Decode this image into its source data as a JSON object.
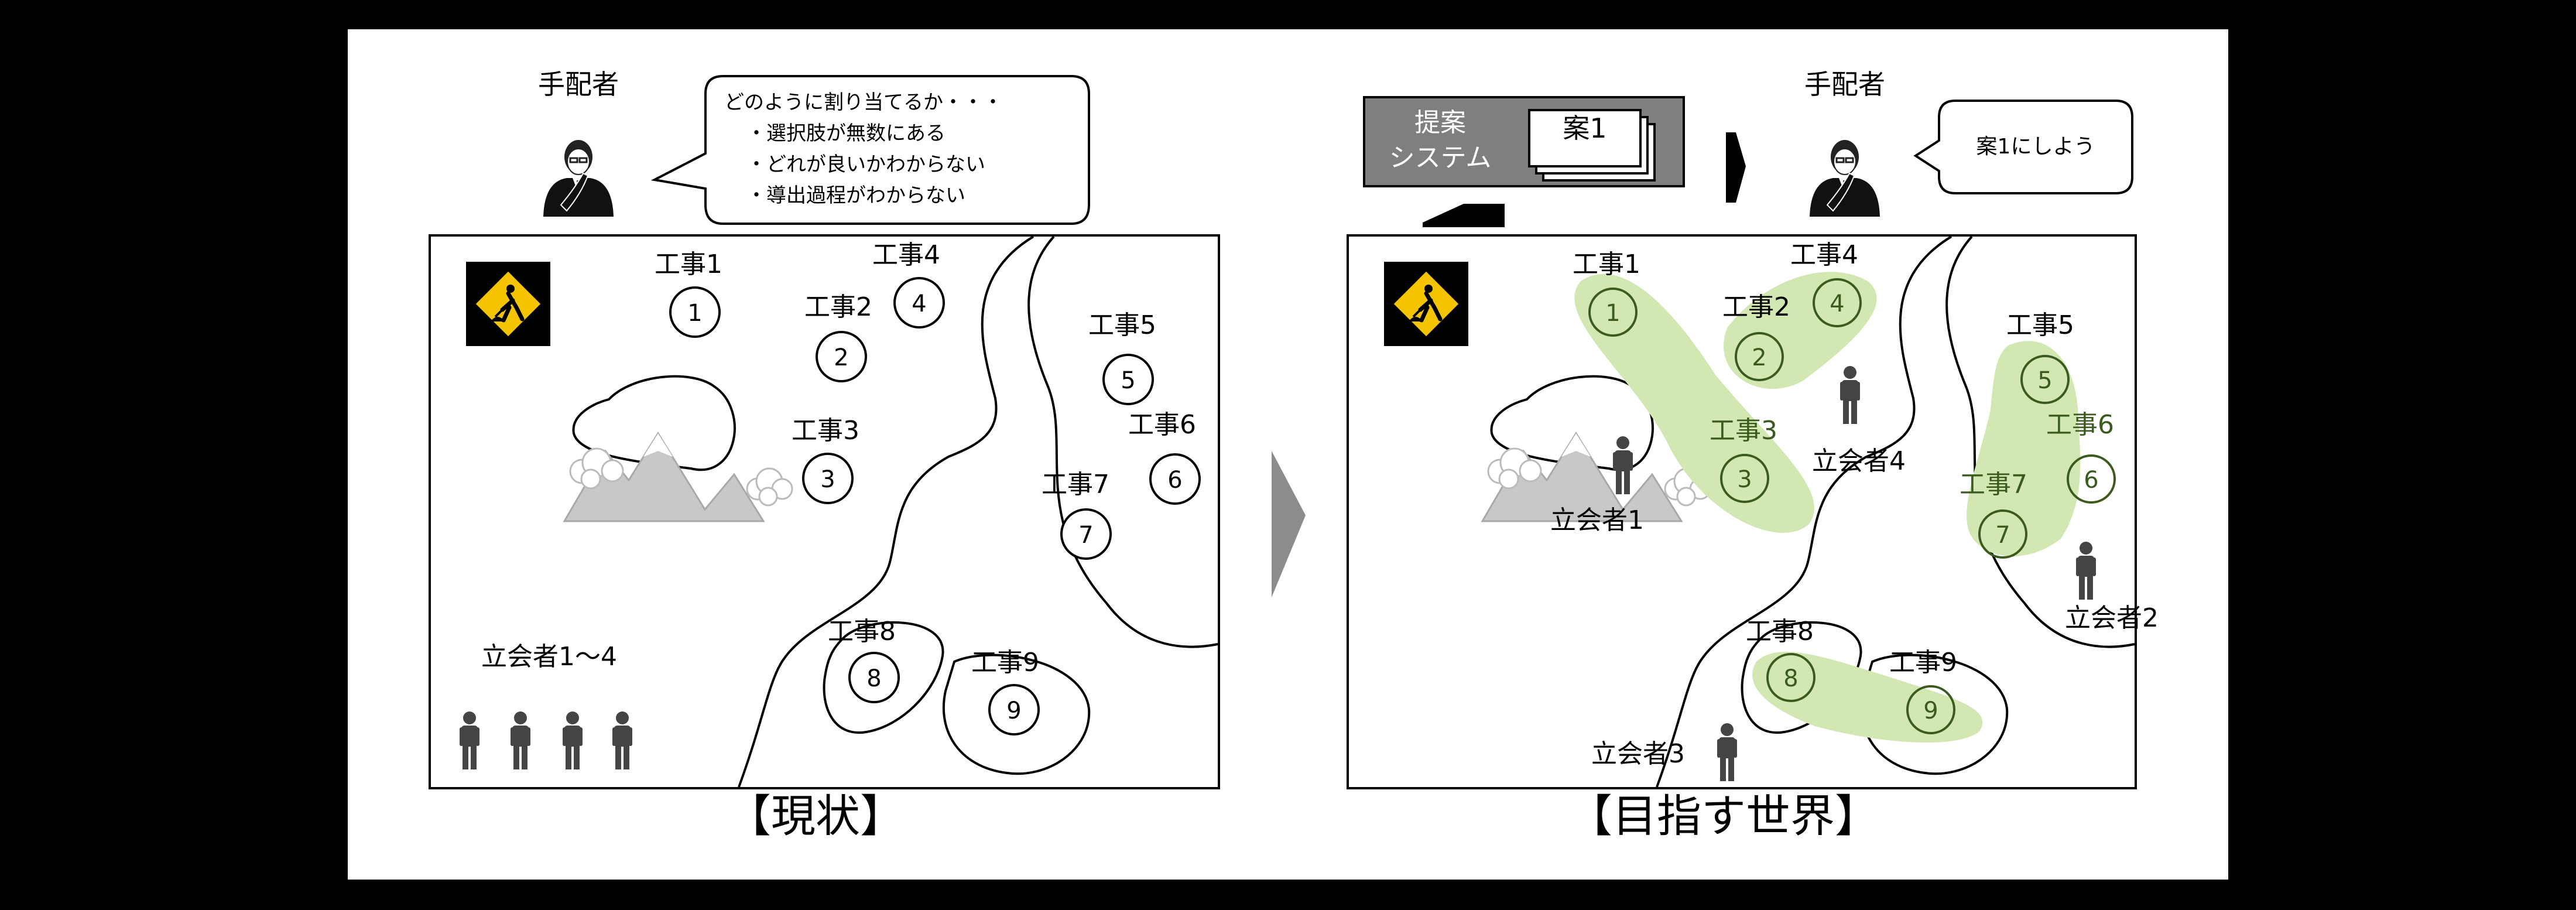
{
  "left": {
    "dispatcher_label": "手配者",
    "speech_lines": [
      "どのように割り当てるか・・・",
      "・選択肢が無数にある",
      "・どれが良いかわからない",
      "・導出過程がわからない"
    ],
    "caption": "【現状】",
    "witness_group_label": "立会者1～4",
    "works": [
      {
        "label": "工事1",
        "num": "1"
      },
      {
        "label": "工事2",
        "num": "2"
      },
      {
        "label": "工事3",
        "num": "3"
      },
      {
        "label": "工事4",
        "num": "4"
      },
      {
        "label": "工事5",
        "num": "5"
      },
      {
        "label": "工事6",
        "num": "6"
      },
      {
        "label": "工事7",
        "num": "7"
      },
      {
        "label": "工事8",
        "num": "8"
      },
      {
        "label": "工事9",
        "num": "9"
      }
    ]
  },
  "right": {
    "system_label_1": "提案",
    "system_label_2": "システム",
    "proposal_card": "案1",
    "dispatcher_label": "手配者",
    "speech": "案1にしよう",
    "caption": "【目指す世界】",
    "works": [
      {
        "label": "工事1",
        "num": "1"
      },
      {
        "label": "工事2",
        "num": "2"
      },
      {
        "label": "工事3",
        "num": "3"
      },
      {
        "label": "工事4",
        "num": "4"
      },
      {
        "label": "工事5",
        "num": "5"
      },
      {
        "label": "工事6",
        "num": "6"
      },
      {
        "label": "工事7",
        "num": "7"
      },
      {
        "label": "工事8",
        "num": "8"
      },
      {
        "label": "工事9",
        "num": "9"
      }
    ],
    "witnesses": [
      "立会者1",
      "立会者2",
      "立会者3",
      "立会者4"
    ]
  },
  "colors": {
    "background": "#000000",
    "panel": "#ffffff",
    "group_fill": "#d3e7b3",
    "group_text": "#3b5a1e",
    "system_box": "#7f7f7f",
    "sign_yellow": "#f5c400",
    "arrow_gray": "#8c8c8c"
  }
}
